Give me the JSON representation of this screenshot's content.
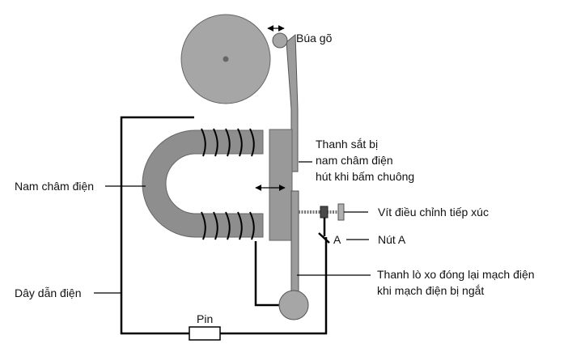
{
  "labels": {
    "hammer": "Búa gõ",
    "armature_line1": "Thanh sắt bị",
    "armature_line2": "nam châm điện",
    "armature_line3": "hút khi bấm chuông",
    "adjust_screw": "Vít điều chỉnh tiếp xúc",
    "button_letter": "A",
    "button": "Nút A",
    "spring_line1": "Thanh lò xo đóng lại mạch điện",
    "spring_line2": "khi mạch điện bị ngắt",
    "electromagnet": "Nam châm điện",
    "wire": "Dây dẫn điện",
    "battery": "Pin"
  },
  "colors": {
    "bell": "#a6a6a6",
    "magnet": "#8e8e8e",
    "plate": "#999999",
    "strip": "#9c9c9c",
    "line": "#000000"
  }
}
